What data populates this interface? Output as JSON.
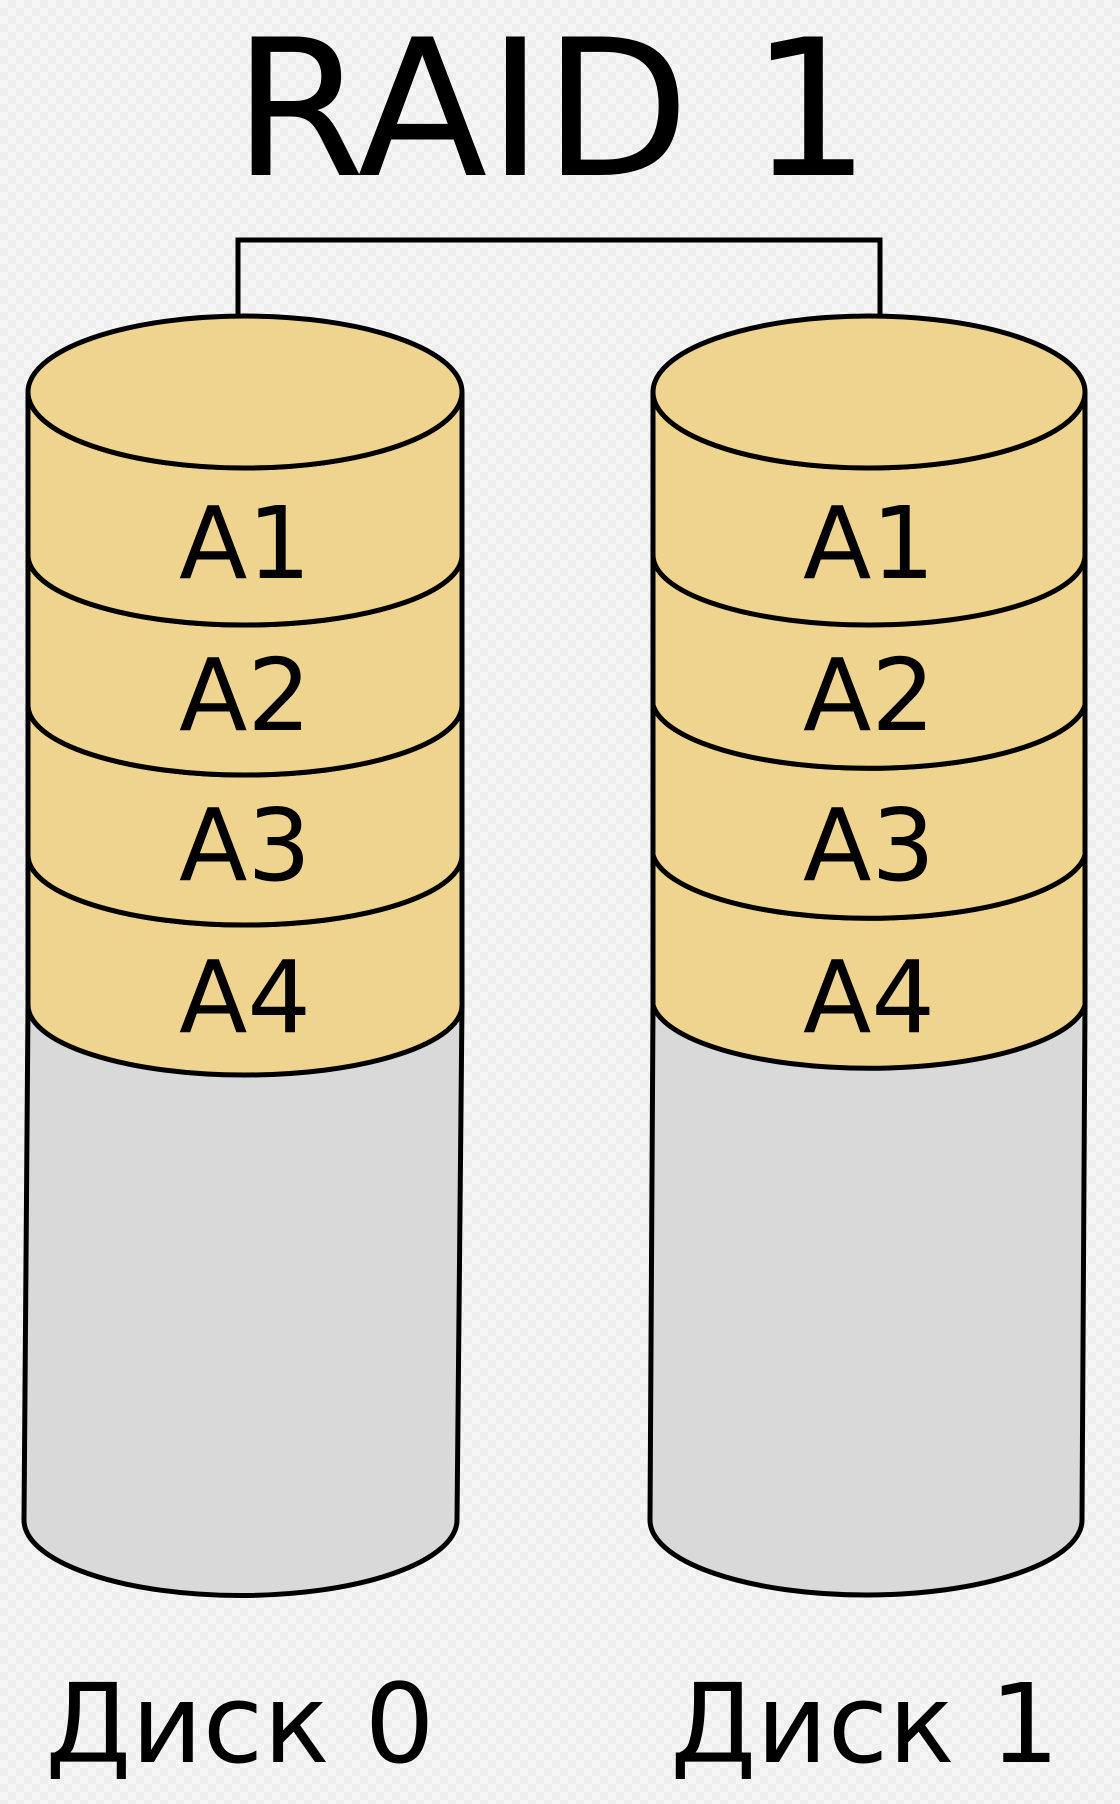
{
  "title": "RAID 1",
  "colors": {
    "block_fill": "#eed48f",
    "empty_fill": "#d9d9d9",
    "outline": "#000000"
  },
  "disks": [
    {
      "label": "Диск 0",
      "blocks": [
        "A1",
        "A2",
        "A3",
        "A4"
      ]
    },
    {
      "label": "Диск 1",
      "blocks": [
        "A1",
        "A2",
        "A3",
        "A4"
      ]
    }
  ]
}
